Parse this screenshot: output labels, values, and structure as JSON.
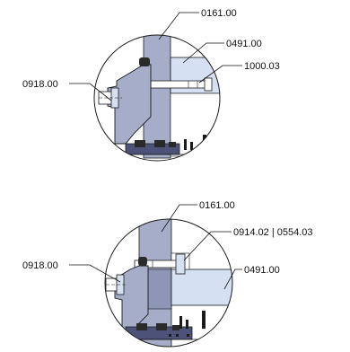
{
  "colors": {
    "background": "#ffffff",
    "outline": "#1a1a1a",
    "steel_blue": "#a6adc9",
    "light_blue": "#d6e0f3",
    "dark_blue": "#4c5278",
    "seal_black": "#2a2a2a",
    "leader": "#111111"
  },
  "views": [
    {
      "view_name": "upper-detail",
      "callouts": [
        {
          "name": "callout-top-housing",
          "label": "0161.00"
        },
        {
          "name": "callout-top-cover",
          "label": "0491.00"
        },
        {
          "name": "callout-top-screw",
          "label": "1000.03"
        },
        {
          "name": "callout-top-left",
          "label": "0918.00"
        }
      ]
    },
    {
      "view_name": "lower-detail",
      "callouts": [
        {
          "name": "callout-bottom-housing",
          "label": "0161.00"
        },
        {
          "name": "callout-bottom-bolt",
          "label": "0914.02 | 0554.03"
        },
        {
          "name": "callout-bottom-left",
          "label": "0918.00"
        },
        {
          "name": "callout-bottom-cover",
          "label": "0491.00"
        }
      ]
    }
  ]
}
